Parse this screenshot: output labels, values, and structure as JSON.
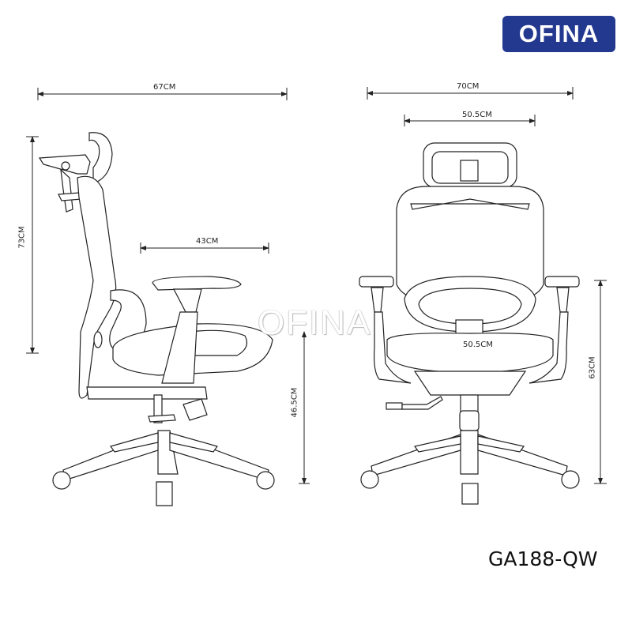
{
  "brand": {
    "name": "OFINA",
    "badge_color": "#23388f",
    "text_color": "#ffffff"
  },
  "watermark": "OFINA",
  "model": "GA188-QW",
  "side_view": {
    "dimensions": {
      "overall_depth": "67CM",
      "back_height": "73CM",
      "seat_depth": "43CM",
      "seat_height": "46.5CM"
    }
  },
  "front_view": {
    "dimensions": {
      "overall_width": "70CM",
      "headrest_width": "50.5CM",
      "seat_width": "50.5CM",
      "armrest_height": "63CM"
    }
  }
}
